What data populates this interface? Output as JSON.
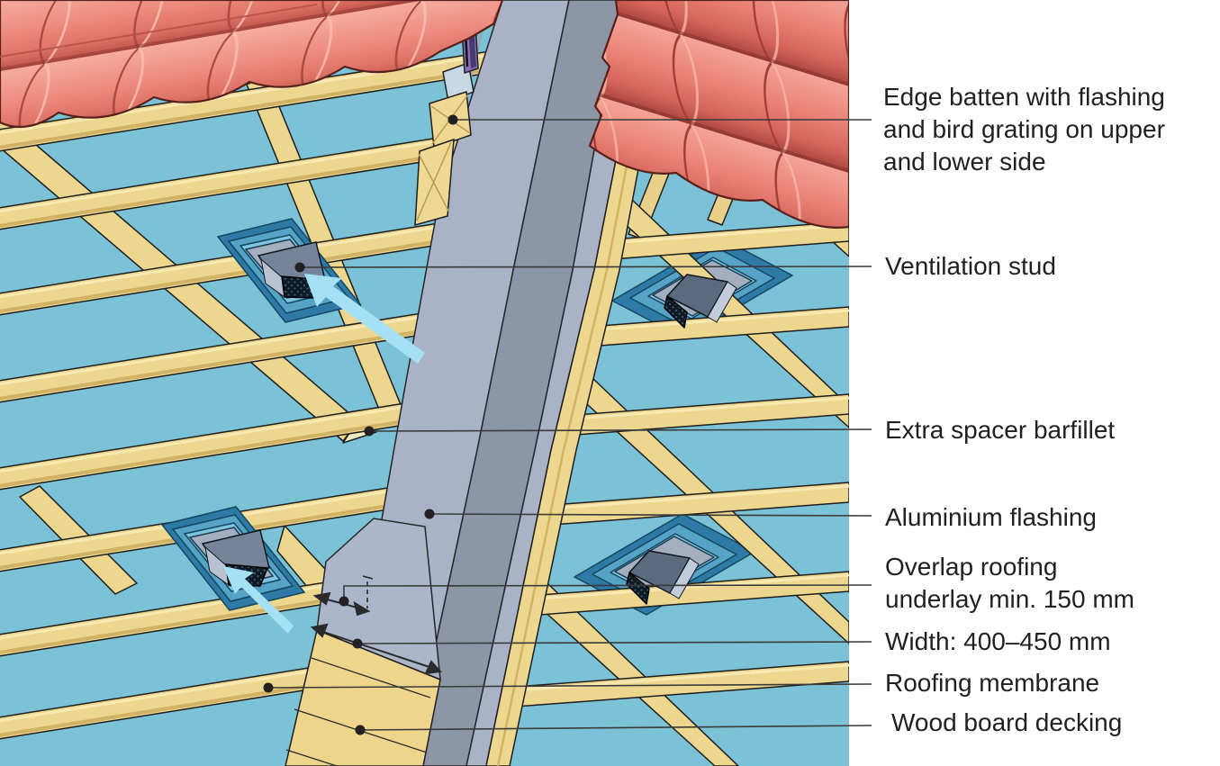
{
  "labels": [
    {
      "id": "edge-batten",
      "lines": [
        "Edge batten with flashing",
        "and bird grating on upper",
        "and lower side"
      ]
    },
    {
      "id": "ventilation-stud",
      "lines": [
        "Ventilation stud"
      ]
    },
    {
      "id": "extra-spacer-barfillet",
      "lines": [
        "Extra spacer barfillet"
      ]
    },
    {
      "id": "aluminium-flashing",
      "lines": [
        "Aluminium flashing"
      ]
    },
    {
      "id": "overlap-underlay",
      "lines": [
        "Overlap roofing",
        "underlay min. 150 mm"
      ]
    },
    {
      "id": "width",
      "lines": [
        "Width: 400–450 mm"
      ]
    },
    {
      "id": "roofing-membrane",
      "lines": [
        "Roofing membrane"
      ]
    },
    {
      "id": "wood-board-decking",
      "lines": [
        "Wood board decking"
      ]
    }
  ],
  "annotations": {
    "overlap_min_mm": "150",
    "width_range_mm": "400–450"
  },
  "icons": [
    {
      "name": "airflow-arrow-icon",
      "meaning": "ventilation airflow direction"
    },
    {
      "name": "dimension-arrow-icon",
      "meaning": "measured distance double arrow"
    },
    {
      "name": "leader-dot-icon",
      "meaning": "callout anchor point"
    }
  ],
  "colors": {
    "membrane": "#7CC2D7",
    "batten_top": "#EDD78F",
    "batten_shade": "#D2B264",
    "tile_light": "#F6AC9E",
    "tile_dark": "#BE5349",
    "flashing_light": "#A9B2C7",
    "flashing_dark": "#8C96A7",
    "underlay": "#ACB6CB",
    "decking": "#EDD58C",
    "vent_ring_blue": "#4E9AC2",
    "vent_plate": "#A5AEBF",
    "vent_hood": "#0E1B26",
    "airflow_arrow": "#A6E0F4",
    "bird_grating_purple": "#8A6FB5",
    "label_text": "#231F20",
    "leader_line": "#3A3A3A",
    "background": "#FFFFFF"
  }
}
